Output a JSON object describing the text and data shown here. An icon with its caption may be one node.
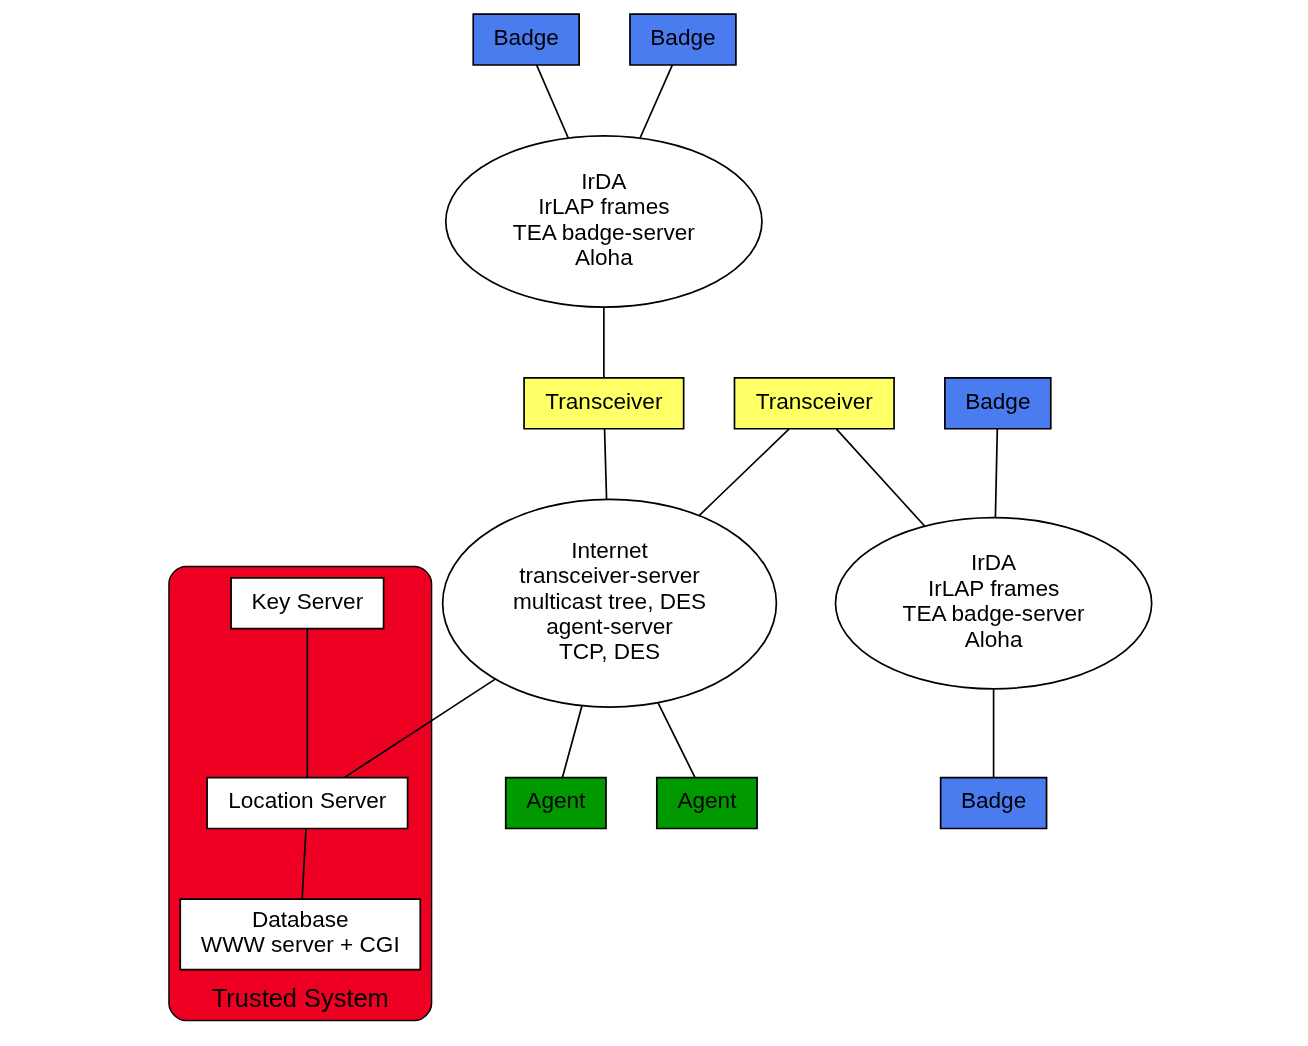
{
  "diagram": {
    "nodes": [
      {
        "text": [
          "Badge"
        ]
      },
      {
        "text": [
          "Badge"
        ]
      },
      {
        "text": [
          "IrDA",
          "IrLAP frames",
          "TEA badge-server",
          "Aloha"
        ]
      },
      {
        "text": [
          "Transceiver"
        ]
      },
      {
        "text": [
          "Badge"
        ]
      },
      {
        "text": [
          "IrDA",
          "IrLAP frames",
          "TEA badge-server",
          "Aloha"
        ]
      },
      {
        "text": [
          "Badge"
        ]
      },
      {
        "text": [
          "Transceiver"
        ]
      },
      {
        "text": [
          "Internet",
          "transceiver-server",
          "multicast tree, DES",
          "agent-server",
          "TCP, DES"
        ]
      },
      {
        "text": [
          "Trusted System"
        ]
      },
      {
        "text": [
          "Key Server"
        ],
        "in": 9
      },
      {
        "text": [
          "Location Server"
        ],
        "in": 9
      },
      {
        "text": [
          "Database",
          "WWW server + CGI"
        ],
        "in": 9
      },
      {
        "text": [
          "Agent"
        ]
      },
      {
        "text": [
          "Agent"
        ]
      }
    ],
    "edges": [
      {
        "from": 0,
        "to": 2,
        "arrow": "none"
      },
      {
        "from": 1,
        "to": 2,
        "arrow": "none"
      },
      {
        "from": 2,
        "to": 7,
        "arrow": "none"
      },
      {
        "from": 7,
        "to": 8,
        "arrow": "none"
      },
      {
        "from": 3,
        "to": 8,
        "arrow": "none"
      },
      {
        "from": 3,
        "to": 5,
        "arrow": "none"
      },
      {
        "from": 4,
        "to": 5,
        "arrow": "none"
      },
      {
        "from": 5,
        "to": 6,
        "arrow": "none"
      },
      {
        "from": 8,
        "to": 11,
        "arrow": "none"
      },
      {
        "from": 10,
        "to": 11,
        "arrow": "none"
      },
      {
        "from": 11,
        "to": 12,
        "arrow": "none"
      },
      {
        "from": 8,
        "to": 13,
        "arrow": "none"
      },
      {
        "from": 8,
        "to": 14,
        "arrow": "none"
      }
    ]
  }
}
